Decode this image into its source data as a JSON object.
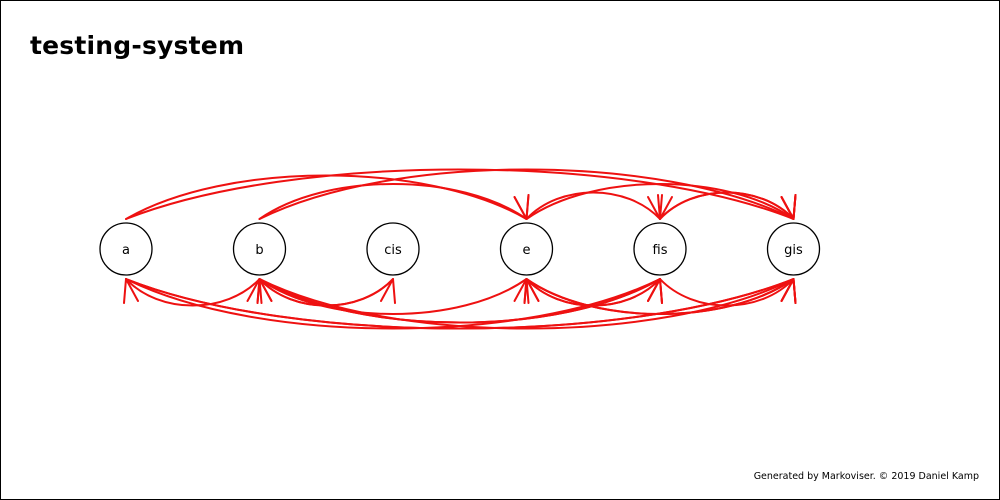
{
  "title": "testing-system",
  "footer": "Generated by Markoviser. © 2019 Daniel Kamp",
  "edge_color": "#ee1111",
  "nodes": [
    {
      "id": "a",
      "label": "a"
    },
    {
      "id": "b",
      "label": "b"
    },
    {
      "id": "cis",
      "label": "cis"
    },
    {
      "id": "e",
      "label": "e"
    },
    {
      "id": "fis",
      "label": "fis"
    },
    {
      "id": "gis",
      "label": "gis"
    }
  ],
  "edges_top": [
    {
      "from": "a",
      "to": "e"
    },
    {
      "from": "a",
      "to": "gis"
    },
    {
      "from": "b",
      "to": "e"
    },
    {
      "from": "b",
      "to": "gis"
    },
    {
      "from": "e",
      "to": "fis"
    },
    {
      "from": "e",
      "to": "gis"
    },
    {
      "from": "fis",
      "to": "gis"
    },
    {
      "from": "gis",
      "to": "fis"
    }
  ],
  "edges_bottom": [
    {
      "from": "a",
      "to": "b"
    },
    {
      "from": "a",
      "to": "fis"
    },
    {
      "from": "a",
      "to": "gis"
    },
    {
      "from": "b",
      "to": "cis"
    },
    {
      "from": "b",
      "to": "e"
    },
    {
      "from": "b",
      "to": "fis"
    },
    {
      "from": "b",
      "to": "gis"
    },
    {
      "from": "cis",
      "to": "b"
    },
    {
      "from": "e",
      "to": "fis"
    },
    {
      "from": "e",
      "to": "gis"
    },
    {
      "from": "fis",
      "to": "b"
    },
    {
      "from": "fis",
      "to": "e"
    },
    {
      "from": "fis",
      "to": "gis"
    },
    {
      "from": "gis",
      "to": "a"
    },
    {
      "from": "gis",
      "to": "e"
    }
  ]
}
